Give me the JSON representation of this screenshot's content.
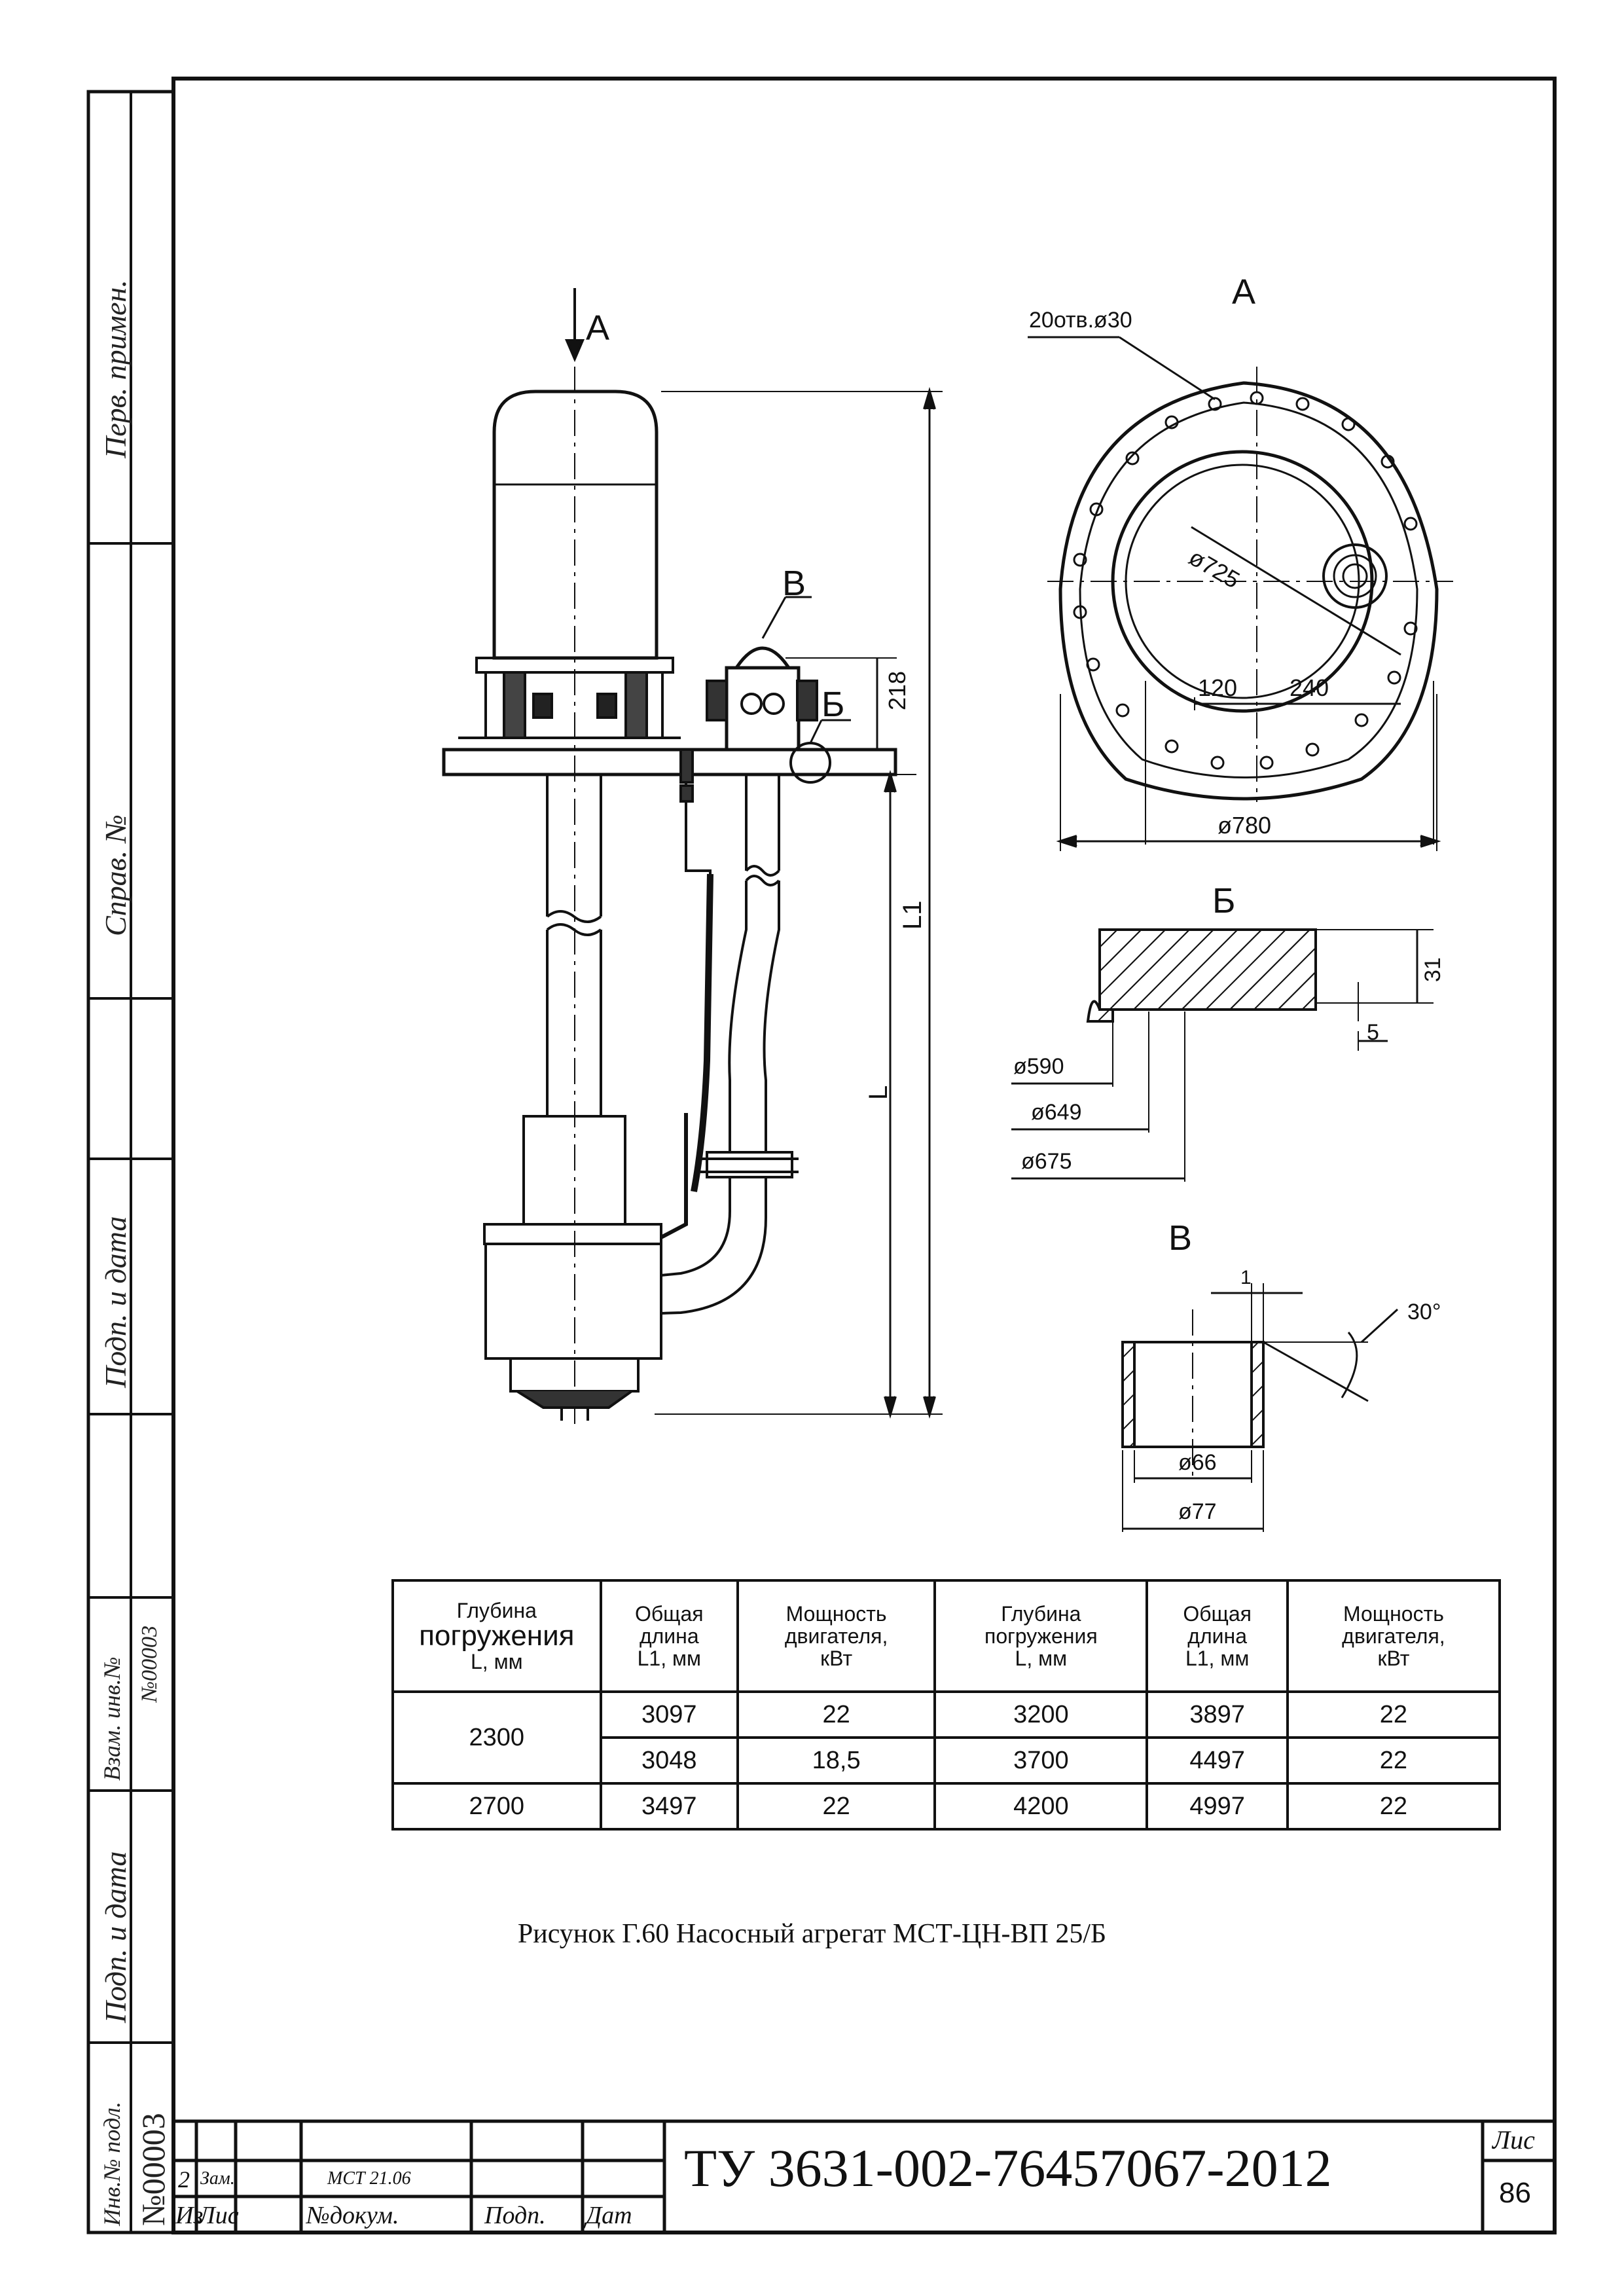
{
  "side_labels": {
    "perv_primen": "Перв. примен.",
    "sprav_no": "Справ. №",
    "podp_data_1": "Подп. и дата",
    "vzam_inv": "Взам. инв.№",
    "vzam_inv_no": "№00003",
    "podp_data_2": "Подп. и дата",
    "inv_podl": "Инв.№ подл.",
    "inv_no": "№00003"
  },
  "main_view": {
    "view_a_arrow": "А",
    "callout_v": "В",
    "callout_b": "Б",
    "dim_218": "218",
    "dim_L1": "L1",
    "dim_L": "L"
  },
  "view_a": {
    "title": "А",
    "holes_label": "20отв.ø30",
    "dim_725": "ø725",
    "dim_120": "120",
    "dim_240": "240",
    "dim_780": "ø780"
  },
  "view_b": {
    "title": "Б",
    "dim_31": "31",
    "dim_5": "5",
    "dim_590": "ø590",
    "dim_649": "ø649",
    "dim_675": "ø675"
  },
  "view_v": {
    "title": "В",
    "dim_1": "1",
    "angle": "30°",
    "dim_66": "ø66",
    "dim_77": "ø77"
  },
  "table": {
    "headers": [
      {
        "line1": "Глубина",
        "line2": "погружения",
        "line3": "L, мм"
      },
      {
        "line1": "Общая",
        "line2": "длина",
        "line3": "L1, мм"
      },
      {
        "line1": "Мощность",
        "line2": "двигателя,",
        "line3": "кВт"
      },
      {
        "line1": "Глубина",
        "line2": "погружения",
        "line3": "L, мм"
      },
      {
        "line1": "Общая",
        "line2": "длина",
        "line3": "L1, мм"
      },
      {
        "line1": "Мощность",
        "line2": "двигателя,",
        "line3": "кВт"
      }
    ],
    "rows": [
      {
        "depth": "2300",
        "length": "3097",
        "power": "22",
        "depth2": "3200",
        "length2": "3897",
        "power2": "22"
      },
      {
        "length": "3048",
        "power": "18,5",
        "depth2": "3700",
        "length2": "4497",
        "power2": "22"
      },
      {
        "depth": "2700",
        "length": "3497",
        "power": "22",
        "depth2": "4200",
        "length2": "4997",
        "power2": "22"
      }
    ]
  },
  "caption": "Рисунок Г.60 Насосный агрегат МСТ-ЦН-ВП 25/Б",
  "title_block": {
    "change_no": "2",
    "change_type": "Зам.",
    "doc_no": "МСТ 21.06",
    "hdr_iz": "Из",
    "hdr_lis": "Лис",
    "hdr_dokum": "№докум.",
    "hdr_podp": "Подп.",
    "hdr_dat": "Дат",
    "doc_code": "ТУ 3631-002-76457067-2012",
    "sheet_label": "Лис",
    "sheet_no": "86"
  }
}
